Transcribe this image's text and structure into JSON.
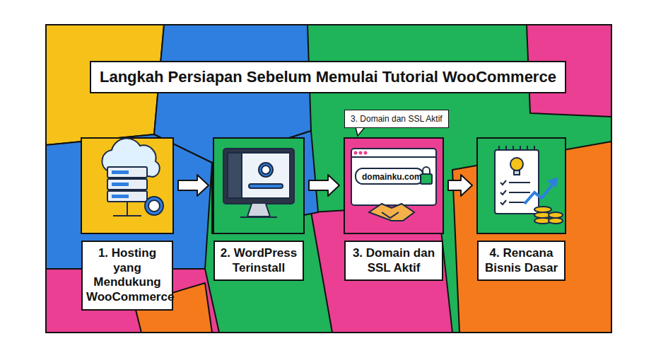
{
  "diagram": {
    "title": "Langkah Persiapan Sebelum Memulai Tutorial WooCommerce",
    "nodes": [
      {
        "text": [
          "1. Hosting yang Mendukung WooCommerce"
        ]
      },
      {
        "text": [
          "2. WordPress Terinstall"
        ]
      },
      {
        "text": [
          "3. Domain dan SSL Aktif"
        ]
      },
      {
        "text": [
          "4. Rencana Bisnis Dasar"
        ]
      }
    ],
    "edges": [
      {
        "from": 0,
        "to": 1,
        "arrow": "to"
      },
      {
        "from": 1,
        "to": 2,
        "arrow": "to"
      },
      {
        "from": 2,
        "to": 3,
        "arrow": "to"
      }
    ],
    "labels": [
      "3. Domain dan SSL Aktif",
      "domainku.com"
    ]
  }
}
